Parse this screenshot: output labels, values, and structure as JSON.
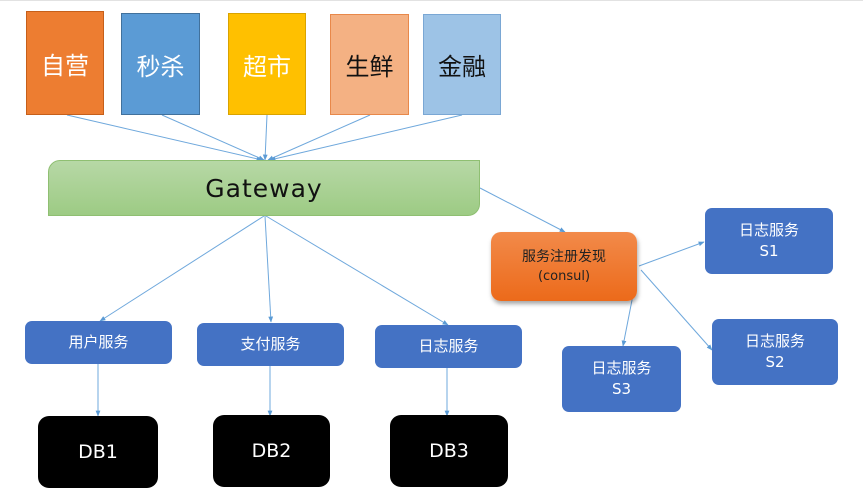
{
  "clients": [
    {
      "label": "自营",
      "fill": "#ed7d31",
      "border": "#c65f1a",
      "text": "#ffffff"
    },
    {
      "label": "秒杀",
      "fill": "#5b9bd5",
      "border": "#41719c",
      "text": "#ffffff"
    },
    {
      "label": "超市",
      "fill": "#ffc000",
      "border": "#d9a300",
      "text": "#ffffff"
    },
    {
      "label": "生鲜",
      "fill": "#f4b183",
      "border": "#e8884a",
      "text": "#111111"
    },
    {
      "label": "金融",
      "fill": "#9dc3e6",
      "border": "#7aa7d4",
      "text": "#111111"
    }
  ],
  "gateway": {
    "label": "Gateway"
  },
  "registry": {
    "title": "服务注册发现",
    "subtitle": "(consul)"
  },
  "services": [
    {
      "label": "用户服务"
    },
    {
      "label": "支付服务"
    },
    {
      "label": "日志服务"
    }
  ],
  "databases": [
    {
      "label": "DB1"
    },
    {
      "label": "DB2"
    },
    {
      "label": "DB3"
    }
  ],
  "log_instances": [
    {
      "label": "日志服务",
      "id": "S1"
    },
    {
      "label": "日志服务",
      "id": "S2"
    },
    {
      "label": "日志服务",
      "id": "S3"
    }
  ],
  "colors": {
    "connector": "#6fa8dc",
    "service_blue": "#4472c4",
    "gateway_green": "#a9d18e",
    "registry_orange": "#ed7d31"
  },
  "edges": [
    {
      "from": "自营",
      "to": "Gateway"
    },
    {
      "from": "秒杀",
      "to": "Gateway"
    },
    {
      "from": "超市",
      "to": "Gateway"
    },
    {
      "from": "生鲜",
      "to": "Gateway"
    },
    {
      "from": "金融",
      "to": "Gateway"
    },
    {
      "from": "Gateway",
      "to": "用户服务"
    },
    {
      "from": "Gateway",
      "to": "支付服务"
    },
    {
      "from": "Gateway",
      "to": "日志服务"
    },
    {
      "from": "Gateway",
      "to": "服务注册发现"
    },
    {
      "from": "用户服务",
      "to": "DB1"
    },
    {
      "from": "支付服务",
      "to": "DB2"
    },
    {
      "from": "日志服务",
      "to": "DB3"
    },
    {
      "from": "服务注册发现",
      "to": "S1"
    },
    {
      "from": "服务注册发现",
      "to": "S2"
    },
    {
      "from": "服务注册发现",
      "to": "S3"
    }
  ]
}
